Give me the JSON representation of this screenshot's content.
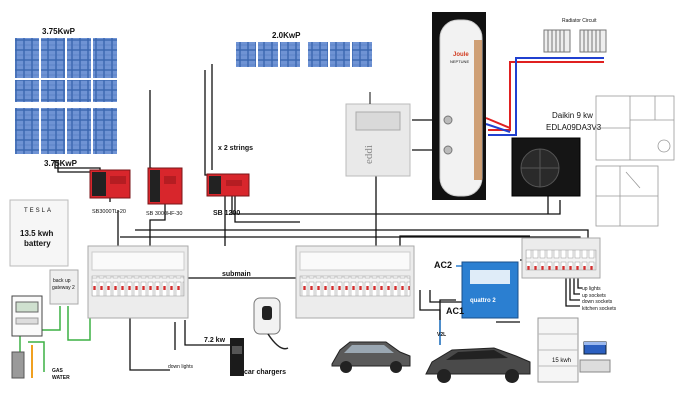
{
  "solar": {
    "array_top_label": "3.75KwP",
    "array_bottom_label": "3.75KwP",
    "array_right_label": "2.0KwP",
    "strings_label": "x 2 strings"
  },
  "inverters": {
    "inv1_label": "SB3000TL-20",
    "inv2_label": "SB 3000HF-30",
    "inv3_label": "SB 1200"
  },
  "battery": {
    "brand": "TESLA",
    "capacity": "13.5 kwh",
    "type": "battery",
    "gateway_line1": "back up",
    "gateway_line2": "gateway 2"
  },
  "heat_pump": {
    "name": "Daikin 9 kw",
    "model": "EDLA09DA3V3"
  },
  "radiator_label": "Radiator Circuit",
  "eddi_label": "eddi",
  "cylinder_brand": "Joule",
  "cylinder_model": "NEPTUNE",
  "links": {
    "submain": "submain",
    "ac2": "AC2",
    "ac1": "AC1",
    "v2l": "V2L",
    "charger_kw": "7.2 kw",
    "car_chargers": "car chargers",
    "down_lights": "down lights"
  },
  "quattro_label": "quattro 2",
  "right_board_circuits": [
    "up lights",
    "up sockets",
    "down sockets",
    "kitchen sockets"
  ],
  "meters": {
    "gas": "GAS",
    "water": "WATER"
  },
  "home_battery_label": "15 kwh",
  "colors": {
    "panel_blue": "#3a66b0",
    "inverter_red": "#d8262c",
    "quattro_blue": "#2b7fd1",
    "flow_red": "#e02020",
    "return_blue": "#2040d0",
    "earth_green": "#3cb043",
    "board_grey": "#ececec"
  }
}
